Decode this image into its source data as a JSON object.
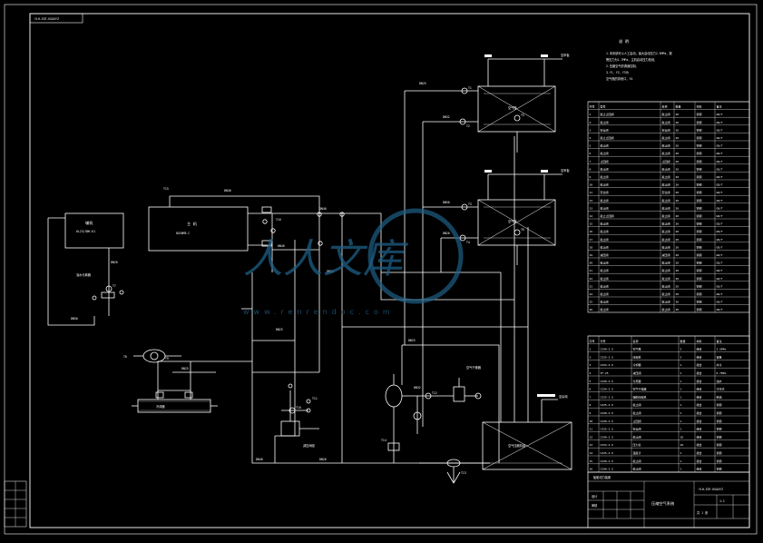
{
  "drawing": {
    "drawing_code": "YLH-ZGF-KSAXYZ",
    "notes_title": "说 明",
    "notes": [
      "1.本系统可以人工启动，最大启动压力2.5MPa，报",
      "  警压力为1.7MPa，主机启动压力检测，",
      "2.压缩空气的调速控制。",
      "3.Y1、Y2、Y3为",
      "  空气瓶的排泄口，Y4"
    ]
  },
  "components": {
    "main_engine": {
      "title": "主 机",
      "model": "8G50ME-C"
    },
    "aux_engine": {
      "title": "辅机",
      "model": "6L23/30H-K1"
    },
    "bottle_1": {
      "label": "空气瓶"
    },
    "bottle_2": {
      "label": "空气瓶"
    },
    "compressor_tank": {
      "label": "空气压缩机组"
    },
    "cooler": {
      "label": "冷却器"
    },
    "separator": {
      "label": "油水分离器"
    },
    "air_dryer": {
      "label": "空气干燥器"
    },
    "reducer": {
      "label": "减压阀组"
    },
    "to_deck": "至甲板",
    "to_service": "至杂用"
  },
  "pipe_labels": [
    "DN40",
    "DN40",
    "DN25",
    "DN32",
    "DN50",
    "DN20",
    "DN25",
    "DN40",
    "DN20",
    "DN25",
    "DN50",
    "DN20",
    "DN32",
    "DN25",
    "DN20",
    "DN40"
  ],
  "valve_labels": [
    "T1",
    "T2",
    "T3",
    "T4",
    "T5",
    "T6",
    "T7",
    "T8",
    "T9",
    "T10",
    "T11",
    "T12",
    "T13",
    "T14",
    "T15",
    "T16"
  ],
  "parts_table": {
    "header": [
      "序号",
      "型号",
      "名称",
      "数量",
      "材料",
      "备注"
    ],
    "rows": [
      [
        "1",
        "截止止回阀",
        "截止阀",
        "20",
        "铸钢",
        "GB/T"
      ],
      [
        "2",
        "截止阀",
        "截止阀",
        "20",
        "铸钢",
        "GB/T"
      ],
      [
        "3",
        "安全阀",
        "安全阀",
        "20",
        "铸钢",
        "GB/T"
      ],
      [
        "4",
        "截止止回阀",
        "截止阀",
        "20",
        "铸钢",
        "GB/T"
      ],
      [
        "5",
        "截止阀",
        "截止阀",
        "20",
        "铸钢",
        "GB/T"
      ],
      [
        "6",
        "截止阀",
        "截止阀",
        "20",
        "铸钢",
        "GB/T"
      ],
      [
        "7",
        "止回阀",
        "止回阀",
        "20",
        "铸钢",
        "GB/T"
      ],
      [
        "8",
        "截止阀",
        "截止阀",
        "20",
        "铸钢",
        "GB/T"
      ],
      [
        "9",
        "截止阀",
        "截止阀",
        "20",
        "铸钢",
        "GB/T"
      ],
      [
        "10",
        "截止阀",
        "截止阀",
        "20",
        "铸钢",
        "GB/T"
      ],
      [
        "11",
        "安全阀",
        "安全阀",
        "20",
        "铸钢",
        "GB/T"
      ],
      [
        "12",
        "截止阀",
        "截止阀",
        "20",
        "铸钢",
        "GB/T"
      ],
      [
        "13",
        "截止阀",
        "截止阀",
        "20",
        "铸钢",
        "GB/T"
      ],
      [
        "14",
        "截止止回阀",
        "截止阀",
        "20",
        "铸钢",
        "GB/T"
      ],
      [
        "15",
        "截止阀",
        "截止阀",
        "20",
        "铸钢",
        "GB/T"
      ],
      [
        "16",
        "截止阀",
        "截止阀",
        "20",
        "铸钢",
        "GB/T"
      ],
      [
        "17",
        "截止阀",
        "截止阀",
        "20",
        "铸钢",
        "GB/T"
      ],
      [
        "18",
        "截止阀",
        "截止阀",
        "20",
        "铸钢",
        "GB/T"
      ],
      [
        "19",
        "减压阀",
        "减压阀",
        "20",
        "铸钢",
        "GB/T"
      ],
      [
        "20",
        "截止阀",
        "截止阀",
        "20",
        "铸钢",
        "GB/T"
      ],
      [
        "21",
        "截止阀",
        "截止阀",
        "20",
        "铸钢",
        "GB/T"
      ],
      [
        "22",
        "截止阀",
        "截止阀",
        "20",
        "铸钢",
        "GB/T"
      ],
      [
        "23",
        "截止阀",
        "截止阀",
        "20",
        "铸钢",
        "GB/T"
      ],
      [
        "24",
        "截止阀",
        "截止阀",
        "20",
        "铸钢",
        "GB/T"
      ],
      [
        "25",
        "截止阀",
        "截止阀",
        "20",
        "铸钢",
        "GB/T"
      ],
      [
        "26",
        "截止阀",
        "截止阀",
        "20",
        "铸钢",
        "GB/T"
      ]
    ]
  },
  "equipment_table": {
    "header": [
      "序号",
      "代号",
      "名称",
      "数量",
      "材料",
      "备注"
    ],
    "rows": [
      [
        "1",
        "CZ40-2.5",
        "空气瓶",
        "2",
        "组合",
        "2.5MPa"
      ],
      [
        "2",
        "CZ25-2.5",
        "压缩机",
        "2",
        "组合",
        "容量"
      ],
      [
        "3",
        "CZ32-2.5",
        "冷却器",
        "1",
        "组合",
        "水冷"
      ],
      [
        "4",
        "YF-25",
        "减压阀",
        "1",
        "组合",
        "0.7MPa"
      ],
      [
        "5",
        "CZ20-2.5",
        "分离器",
        "1",
        "组合",
        "油水"
      ],
      [
        "6",
        "CZ20-2.5",
        "空气干燥器",
        "1",
        "组合",
        "冷冻式"
      ],
      [
        "7",
        "CZ25-2.5",
        "辅助压缩机",
        "1",
        "组合",
        "柴油"
      ],
      [
        "8",
        "CZ25-2.5",
        "截止阀",
        "1",
        "组合",
        "铸钢"
      ],
      [
        "9",
        "CZ20-2.5",
        "截止阀",
        "1",
        "组合",
        "铸钢"
      ],
      [
        "10",
        "CZ20-2.5",
        "止回阀",
        "1",
        "组合",
        "铸钢"
      ],
      [
        "11",
        "CZ25-2.5",
        "安全阀",
        "1",
        "组合",
        "铸钢"
      ],
      [
        "12",
        "CZ40-2.5",
        "截止阀",
        "10",
        "组合",
        "铸钢"
      ],
      [
        "13",
        "CZ32-2.5",
        "压力表",
        "10",
        "组合",
        "铸钢"
      ],
      [
        "14",
        "CZ25-2.5",
        "温度计",
        "1",
        "组合",
        "铸钢"
      ],
      [
        "15",
        "CZ20-2.5",
        "截止阀",
        "1",
        "组合",
        "铸钢"
      ],
      [
        "16",
        "CZ40-2.5",
        "截止阀",
        "1",
        "组合",
        "铸钢"
      ]
    ]
  },
  "title_block": {
    "school": "船舶动力装置",
    "title": "压缩空气系统",
    "drawing_no": "YLH-ZGF-KSAXYZ",
    "scale": "1:1",
    "sheet": "共 1 张",
    "designer": "设计",
    "checker": "审核"
  },
  "watermark": {
    "text": "人人文库",
    "url": "www.renrendoc.com"
  }
}
